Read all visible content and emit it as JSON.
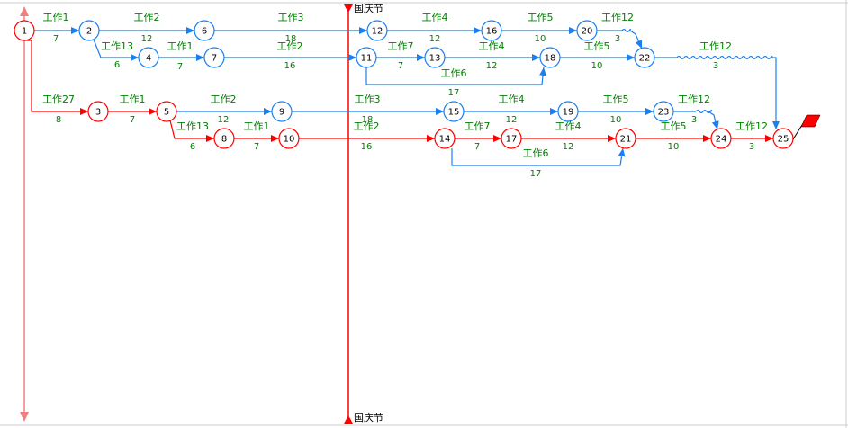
{
  "colors": {
    "critical": "#ff0000",
    "normal": "#1a7ff0",
    "label": "#008000",
    "ruler": "#f08080",
    "flag": "#ff0000"
  },
  "marker": {
    "label": "国庆节"
  },
  "nodes": [
    {
      "id": "1",
      "critical": true
    },
    {
      "id": "2",
      "critical": false
    },
    {
      "id": "3",
      "critical": true
    },
    {
      "id": "4",
      "critical": false
    },
    {
      "id": "5",
      "critical": true
    },
    {
      "id": "6",
      "critical": false
    },
    {
      "id": "7",
      "critical": false
    },
    {
      "id": "8",
      "critical": true
    },
    {
      "id": "9",
      "critical": false
    },
    {
      "id": "10",
      "critical": true
    },
    {
      "id": "11",
      "critical": false
    },
    {
      "id": "12",
      "critical": false
    },
    {
      "id": "13",
      "critical": false
    },
    {
      "id": "14",
      "critical": true
    },
    {
      "id": "15",
      "critical": false
    },
    {
      "id": "16",
      "critical": false
    },
    {
      "id": "17",
      "critical": true
    },
    {
      "id": "18",
      "critical": false
    },
    {
      "id": "19",
      "critical": false
    },
    {
      "id": "20",
      "critical": false
    },
    {
      "id": "21",
      "critical": true
    },
    {
      "id": "22",
      "critical": false
    },
    {
      "id": "23",
      "critical": false
    },
    {
      "id": "24",
      "critical": true
    },
    {
      "id": "25",
      "critical": true
    }
  ],
  "edges": [
    {
      "from": "1",
      "to": "2",
      "label": "工作1",
      "duration": "7",
      "critical": false
    },
    {
      "from": "2",
      "to": "6",
      "label": "工作2",
      "duration": "12",
      "critical": false
    },
    {
      "from": "6",
      "to": "12",
      "label": "工作3",
      "duration": "18",
      "critical": false
    },
    {
      "from": "12",
      "to": "16",
      "label": "工作4",
      "duration": "12",
      "critical": false
    },
    {
      "from": "16",
      "to": "20",
      "label": "工作5",
      "duration": "10",
      "critical": false
    },
    {
      "from": "20",
      "to": "22",
      "label": "工作12",
      "duration": "3",
      "critical": false
    },
    {
      "from": "2",
      "to": "4",
      "label": "工作13",
      "duration": "6",
      "critical": false
    },
    {
      "from": "4",
      "to": "7",
      "label": "工作1",
      "duration": "7",
      "critical": false
    },
    {
      "from": "7",
      "to": "11",
      "label": "工作2",
      "duration": "16",
      "critical": false
    },
    {
      "from": "11",
      "to": "13",
      "label": "工作7",
      "duration": "7",
      "critical": false
    },
    {
      "from": "13",
      "to": "18",
      "label": "工作4",
      "duration": "12",
      "critical": false
    },
    {
      "from": "11",
      "to": "18",
      "label": "工作6",
      "duration": "17",
      "critical": false
    },
    {
      "from": "18",
      "to": "22",
      "label": "工作5",
      "duration": "10",
      "critical": false
    },
    {
      "from": "22",
      "to": "25",
      "label": "工作12",
      "duration": "3",
      "critical": false
    },
    {
      "from": "1",
      "to": "3",
      "label": "工作27",
      "duration": "8",
      "critical": true
    },
    {
      "from": "3",
      "to": "5",
      "label": "工作1",
      "duration": "7",
      "critical": true
    },
    {
      "from": "5",
      "to": "9",
      "label": "工作2",
      "duration": "12",
      "critical": false
    },
    {
      "from": "9",
      "to": "15",
      "label": "工作3",
      "duration": "18",
      "critical": false
    },
    {
      "from": "15",
      "to": "19",
      "label": "工作4",
      "duration": "12",
      "critical": false
    },
    {
      "from": "19",
      "to": "23",
      "label": "工作5",
      "duration": "10",
      "critical": false
    },
    {
      "from": "23",
      "to": "24",
      "label": "工作12",
      "duration": "3",
      "critical": false
    },
    {
      "from": "5",
      "to": "8",
      "label": "工作13",
      "duration": "6",
      "critical": true
    },
    {
      "from": "8",
      "to": "10",
      "label": "工作1",
      "duration": "7",
      "critical": true
    },
    {
      "from": "10",
      "to": "14",
      "label": "工作2",
      "duration": "16",
      "critical": true
    },
    {
      "from": "14",
      "to": "17",
      "label": "工作7",
      "duration": "7",
      "critical": true
    },
    {
      "from": "17",
      "to": "21",
      "label": "工作4",
      "duration": "12",
      "critical": true
    },
    {
      "from": "14",
      "to": "21",
      "label": "工作6",
      "duration": "17",
      "critical": false
    },
    {
      "from": "21",
      "to": "24",
      "label": "工作5",
      "duration": "10",
      "critical": true
    },
    {
      "from": "24",
      "to": "25",
      "label": "工作12",
      "duration": "3",
      "critical": true
    }
  ]
}
